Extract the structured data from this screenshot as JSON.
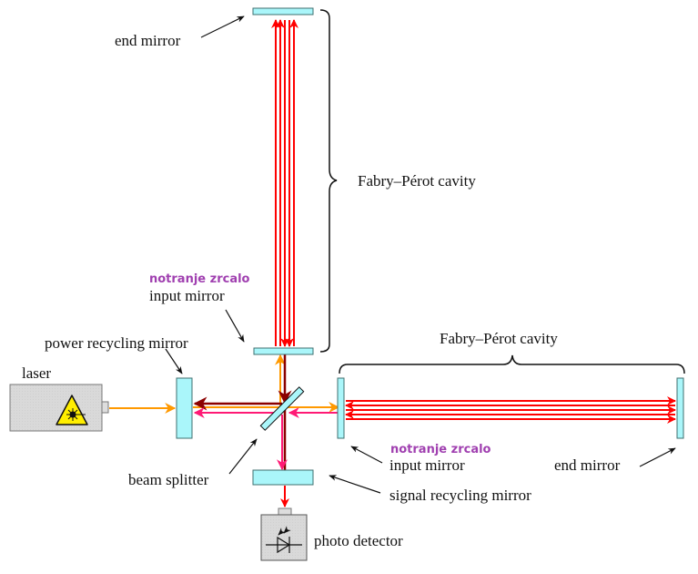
{
  "title": "Laser interferometer with Fabry–Pérot arm cavities",
  "colors": {
    "mirror_fill": "#aaf6fa",
    "mirror_stroke": "#3f6f6f",
    "cavity_beam": "#ff0000",
    "laser_beam": "#ff9900",
    "return_beam": "#8b0000",
    "signal_beam": "#ff1a75",
    "device_fill": "#d9d9d9",
    "warning_yellow": "#ffee00",
    "translation_label": "#a040b0"
  },
  "labels": {
    "end_mirror_top": "end mirror",
    "cavity_vertical": "Fabry–Pérot cavity",
    "input_mirror_vertical_si": "notranje zrcalo",
    "input_mirror_vertical": "input mirror",
    "power_recycling_mirror": "power recycling mirror",
    "laser": "laser",
    "cavity_horizontal": "Fabry–Pérot cavity",
    "input_mirror_horizontal_si": "notranje zrcalo",
    "input_mirror_horizontal": "input mirror",
    "end_mirror_right": "end mirror",
    "beam_splitter": "beam splitter",
    "signal_recycling_mirror": "signal recycling mirror",
    "photo_detector": "photo detector"
  },
  "icons": {
    "laser_warning": "laser-warning-triangle-icon",
    "photodiode": "photodiode-icon"
  }
}
